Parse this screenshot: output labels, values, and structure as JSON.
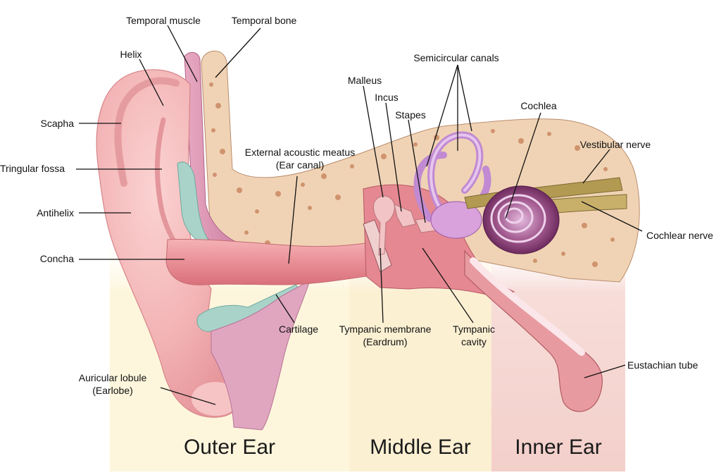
{
  "labels": {
    "temporal_muscle": "Temporal muscle",
    "temporal_bone": "Temporal bone",
    "helix": "Helix",
    "scapha": "Scapha",
    "tringular_fossa": "Tringular fossa",
    "antihelix": "Antihelix",
    "concha": "Concha",
    "auricular_lobule_1": "Auricular lobule",
    "auricular_lobule_2": "(Earlobe)",
    "ext_meatus_1": "External acoustic meatus",
    "ext_meatus_2": "(Ear canal)",
    "cartilage": "Cartilage",
    "malleus": "Malleus",
    "incus": "Incus",
    "stapes": "Stapes",
    "semicircular_canals": "Semicircular canals",
    "cochlea": "Cochlea",
    "vestibular_nerve": "Vestibular nerve",
    "cochlear_nerve": "Cochlear nerve",
    "tympanic_membrane_1": "Tympanic membrane",
    "tympanic_membrane_2": "(Eardrum)",
    "tympanic_cavity_1": "Tympanic",
    "tympanic_cavity_2": "cavity",
    "eustachian_tube": "Eustachian tube"
  },
  "sections": {
    "outer": "Outer Ear",
    "middle": "Middle Ear",
    "inner": "Inner Ear"
  },
  "colors": {
    "outer_band": "#fdf6dc",
    "middle_band": "#fbf0d2",
    "inner_band": "#f7ddd9",
    "skin": "#f3b7b9",
    "bone": "#f0d3b4",
    "bone_spot": "#c8845d",
    "canal": "#e78f95",
    "cochlea": "#8e3f78",
    "nerve": "#b39a52",
    "cartilage": "#a9d3c9",
    "leader": "#111111"
  }
}
